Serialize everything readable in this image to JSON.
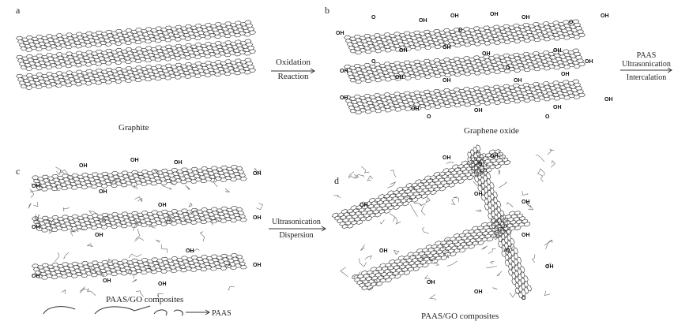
{
  "panels": {
    "a": {
      "letter": "a",
      "caption": "Graphite"
    },
    "b": {
      "letter": "b",
      "caption": "Graphene oxide"
    },
    "c": {
      "letter": "c",
      "caption": "PAAS/GO composites"
    },
    "d": {
      "letter": "d",
      "caption": "PAAS/GO composites"
    }
  },
  "arrows": {
    "oxidation": {
      "line1": "Oxidation",
      "line2": "Reaction"
    },
    "intercalation": {
      "line1": "PAAS",
      "line2": "Ultrasonication",
      "line3": "Intercalation"
    },
    "dispersion": {
      "line1": "Ultrasonication",
      "line2": "Dispersion"
    }
  },
  "legend": {
    "paas_label": "PAAS"
  },
  "chem_labels": {
    "oh": "OH",
    "o": "O"
  }
}
